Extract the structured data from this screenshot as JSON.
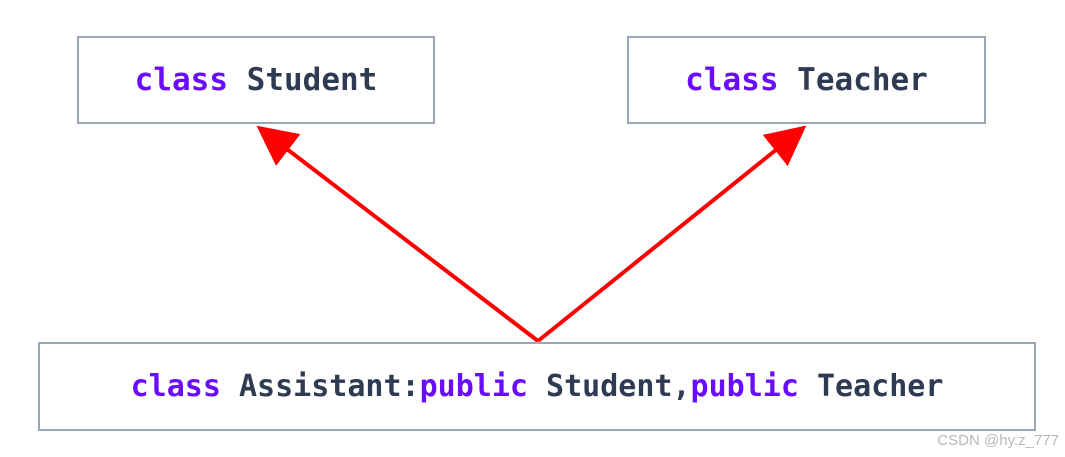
{
  "boxes": {
    "student": {
      "keyword": "class",
      "name": "Student"
    },
    "teacher": {
      "keyword": "class",
      "name": "Teacher"
    },
    "assistant": {
      "keyword1": "class",
      "text1": "Assistant:",
      "keyword2": "public",
      "text2": "Student,",
      "keyword3": "public",
      "text3": "Teacher"
    }
  },
  "colors": {
    "keyword": "#6a0dff",
    "text": "#2f3b52",
    "arrow": "#ff0000",
    "border": "#9aa6b6"
  },
  "watermark": "CSDN @hy.z_777"
}
